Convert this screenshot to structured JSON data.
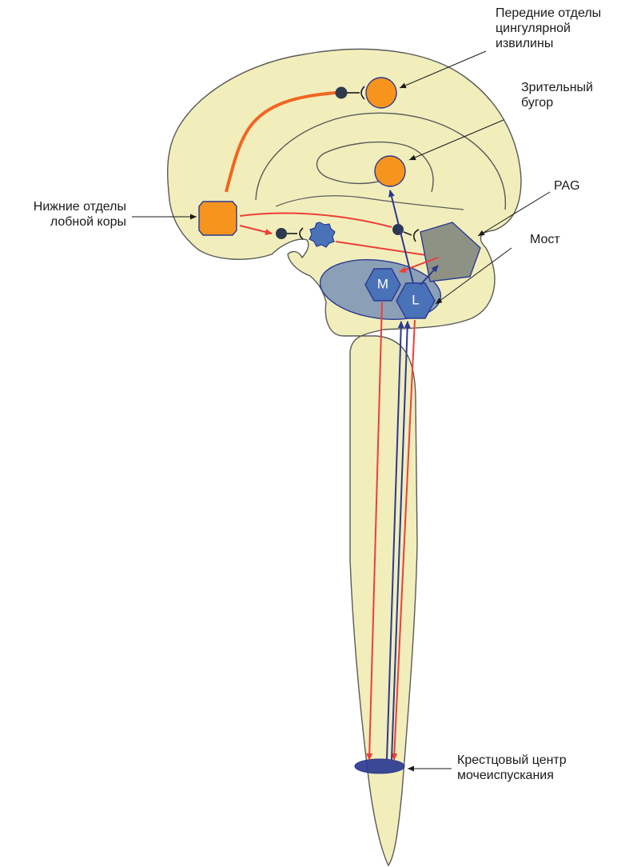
{
  "labels": {
    "anterior_cingulate": [
      "Передние отделы",
      "цингулярной",
      "извилины"
    ],
    "thalamus": [
      "Зрительный",
      "бугор"
    ],
    "inferior_frontal": [
      "Нижние отделы",
      "лобной коры"
    ],
    "pag": "PAG",
    "pons": "Мост",
    "sacral_center": [
      "Крестцовый центр",
      "мочеиспускания"
    ]
  },
  "nodes": {
    "m": "M",
    "l": "L"
  },
  "colors": {
    "brain_fill": "#f1eebc",
    "brain_outline": "#5a5a5a",
    "orange": "#f7941d",
    "red": "#ef3e36",
    "navy": "#2b3990",
    "blue": "#4a72b8",
    "gray_node": "#8d9285"
  }
}
